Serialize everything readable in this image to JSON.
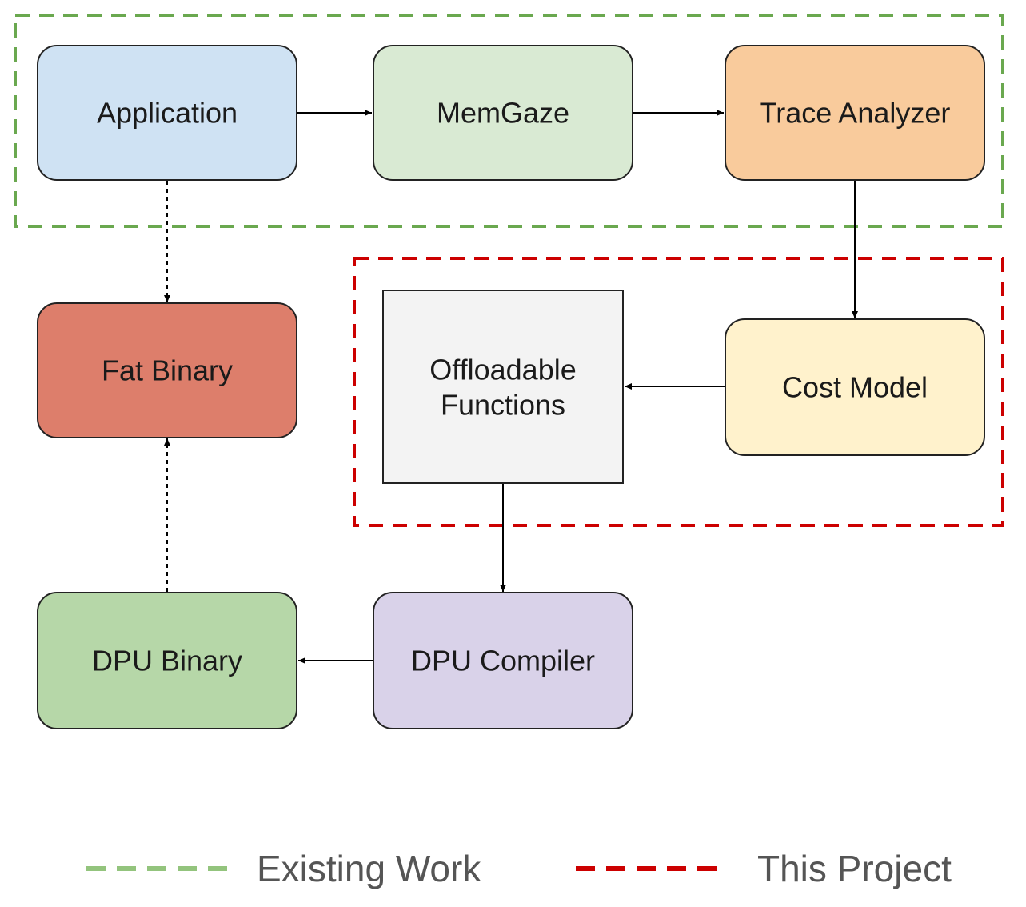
{
  "nodes": {
    "application": {
      "label": "Application",
      "fill": "#cfe2f3"
    },
    "memgaze": {
      "label": "MemGaze",
      "fill": "#d9ead3"
    },
    "trace_analyzer": {
      "label": "Trace Analyzer",
      "fill": "#f9cb9c"
    },
    "fat_binary": {
      "label": "Fat Binary",
      "fill": "#dd7e6b"
    },
    "offloadable_functions": {
      "label_line1": "Offloadable",
      "label_line2": "Functions",
      "fill": "#f3f3f3"
    },
    "cost_model": {
      "label": "Cost Model",
      "fill": "#fff2cc"
    },
    "dpu_binary": {
      "label": "DPU Binary",
      "fill": "#b6d7a8"
    },
    "dpu_compiler": {
      "label": "DPU Compiler",
      "fill": "#d9d2e9"
    }
  },
  "groups": {
    "existing_work": {
      "color": "#6aa84f"
    },
    "this_project": {
      "color": "#cc0000"
    }
  },
  "legend": {
    "existing_work": {
      "label": "Existing Work",
      "color": "#93c47d"
    },
    "this_project": {
      "label": "This Project",
      "color": "#cc0000"
    }
  }
}
